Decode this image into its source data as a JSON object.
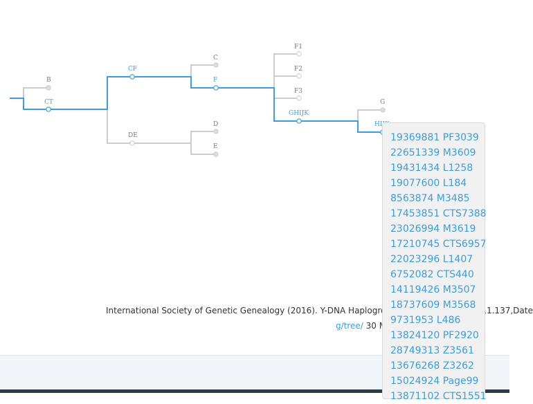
{
  "colors": {
    "highlight": "#3b9ddc",
    "branch": "#cccccc",
    "label_gray": "#777777",
    "text": "#333333",
    "popup_bg": "#f1f1f1"
  },
  "tree": {
    "nodes": {
      "B": "B",
      "CT": "CT",
      "CF": "CF",
      "DE": "DE",
      "C": "C",
      "F": "F",
      "D": "D",
      "E": "E",
      "F1": "F1",
      "F2": "F2",
      "F3": "F3",
      "GHIJK": "GHIJK",
      "G": "G",
      "HIJK": "HIJK"
    },
    "highlighted_path": [
      "CT",
      "CF",
      "F",
      "GHIJK",
      "HIJK"
    ]
  },
  "citation": {
    "line1": "International Society of Genetic Genealogy (2016). Y-DNA Haplogroup Tree 2016, Version: 11.137,Date",
    "link": "g/tree/",
    "line2_rest": " 30 May 2016."
  },
  "popup": {
    "snps": [
      "19369881 PF3039",
      "22651339 M3609",
      "19431434 L1258",
      "19077600 L184",
      "8563874 M3485",
      "17453851 CTS7388",
      "23026994 M3619",
      "17210745 CTS6957",
      "22023296 L1407",
      "6752082 CTS440",
      "14119426 M3507",
      "18737609 M3568",
      "9731953 L486",
      "13824120 PF2920",
      "28749313 Z3561",
      "13676268 Z3262",
      "15024924 Page99",
      "13871102 CTS1551"
    ]
  }
}
